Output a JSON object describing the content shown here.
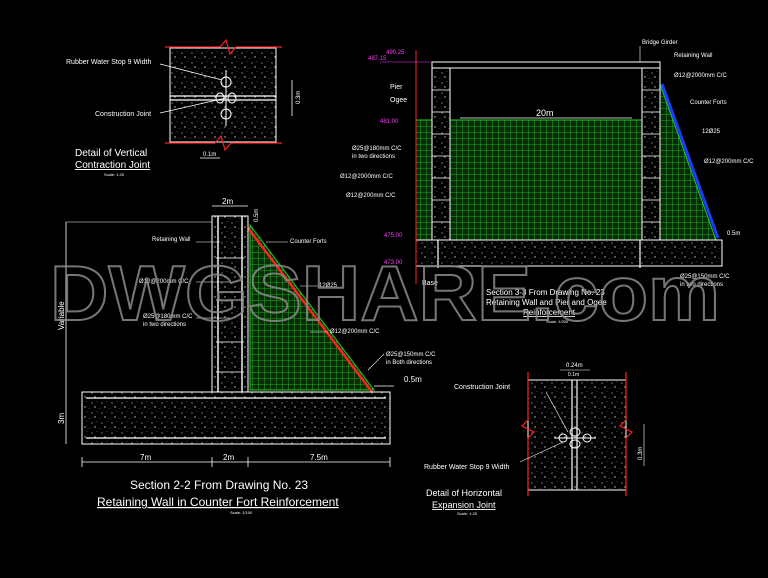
{
  "watermark": "DWGSHARE.com",
  "vertical_joint": {
    "title": "Detail of Vertical",
    "title2": "Contraction Joint",
    "scale": "Scale: 1:25",
    "label_waterstop": "Rubber Water Stop 9 Width",
    "label_joint": "Construction Joint",
    "dim_side": "0.3m",
    "dim_bottom": "0.1m"
  },
  "section22": {
    "title": "Section  2-2 From Drawing No. 23",
    "subtitle": "Retaining Wall in Counter Fort Reinforcement",
    "scale": "Scale: 1/100",
    "label_retaining_wall": "Retaining Wall",
    "label_counter_forts": "Counter Forts",
    "label_bar1": "Ø12@200mm C/C",
    "label_bar2": "Ø25@180mm C/C",
    "label_bar2b": "in two directions",
    "label_bar3": "12Ø25",
    "label_bar4": "Ø12@200mm C/C",
    "label_bar5": "Ø25@150mm C/C",
    "label_bar5b": "in Both directions",
    "dim_top": "2m",
    "dim_top_side": "0.5m",
    "dim_variable": "Variable",
    "dim_base_h": "3m",
    "dim_left": "7m",
    "dim_mid": "2m",
    "dim_right": "7.5m",
    "dim_toe": "0.5m"
  },
  "section33": {
    "title": "Section  3-3 From Drawing No. 23",
    "subtitle": "Retaining Wall and Pier and Ogee",
    "subtitle2": "Reinforcement",
    "scale": "Scale: 1/200",
    "label_bridge_girder": "Bridge Girder",
    "label_retaining_wall": "Retaining Wall",
    "label_pier": "Pier",
    "label_ogee": "Ogee",
    "label_base": "Base",
    "label_counter_forts": "Counter Forts",
    "label_bar_tr": "Ø12@2000mm C/C",
    "label_bar_12": "12Ø25",
    "label_bar_r2": "Ø12@200mm C/C",
    "label_bar_l1": "Ø25@180mm C/C",
    "label_bar_l1b": "in two directions",
    "label_bar_l2": "Ø12@2000mm C/C",
    "label_bar_l3": "Ø12@200mm C/C",
    "label_bar_br": "Ø25@150mm C/C",
    "label_bar_brb": "in two directions",
    "dim_span": "20m",
    "dim_base_r": "0.5m",
    "lvl1": "490.25",
    "lvl2": "487.15",
    "lvl3": "481.00",
    "lvl4": "475.00",
    "lvl5": "473.00"
  },
  "horizontal_joint": {
    "title": "Detail of Horizontal",
    "title2": "Expansion Joint",
    "scale": "Scale: 1:25",
    "label_joint": "Construction Joint",
    "label_waterstop": "Rubber Water Stop 9 Width",
    "dim_top1": "0.24m",
    "dim_top2": "0.1m",
    "dim_side": "0.3m"
  },
  "colors": {
    "line": "#ffffff",
    "mesh": "#19c419",
    "break": "#ff2020",
    "level": "#ff33ff",
    "slope": "#1a3cff"
  }
}
